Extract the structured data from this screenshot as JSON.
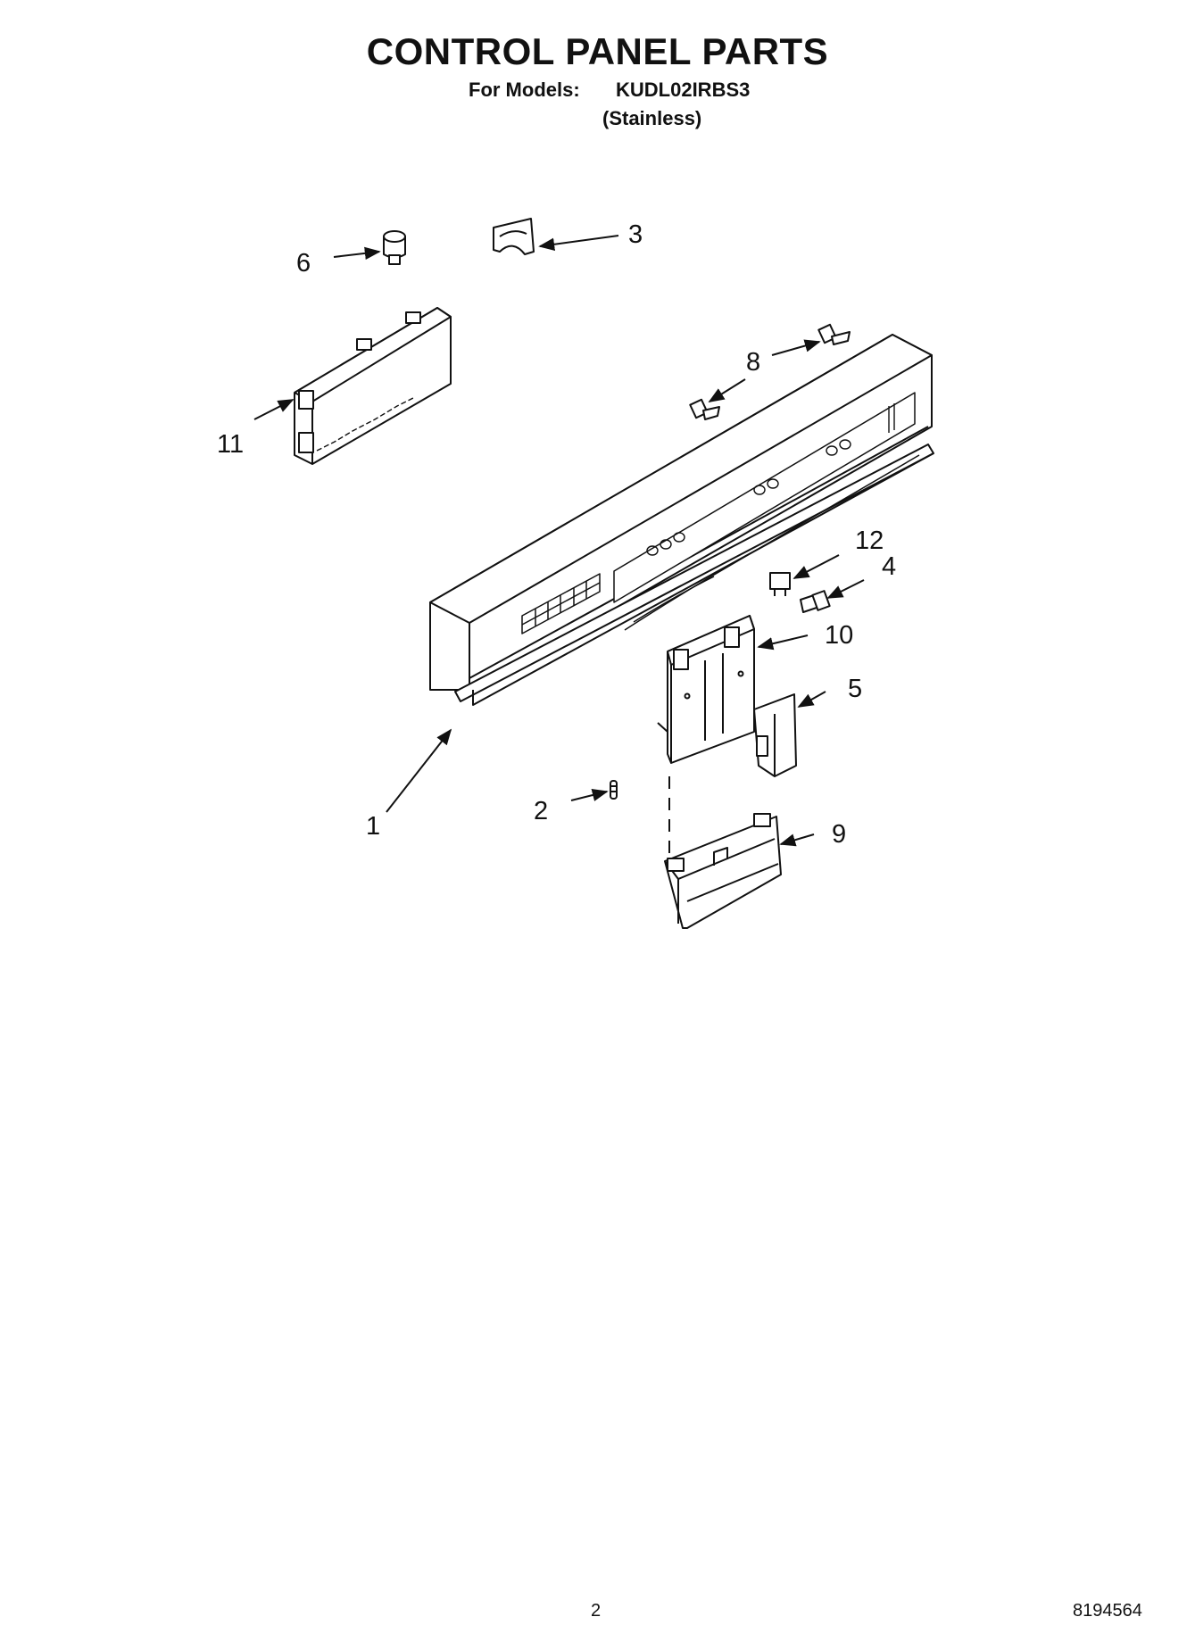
{
  "header": {
    "title": "CONTROL PANEL PARTS",
    "models_label": "For Models:",
    "models_value": "KUDL02IRBS3",
    "finish": "(Stainless)"
  },
  "callouts": {
    "c1": "1",
    "c2": "2",
    "c3": "3",
    "c4": "4",
    "c5": "5",
    "c6": "6",
    "c8": "8",
    "c9": "9",
    "c10": "10",
    "c11": "11",
    "c12": "12"
  },
  "footer": {
    "page_number": "2",
    "document_number": "8194564"
  },
  "colors": {
    "line": "#111111",
    "fill": "#ffffff"
  }
}
